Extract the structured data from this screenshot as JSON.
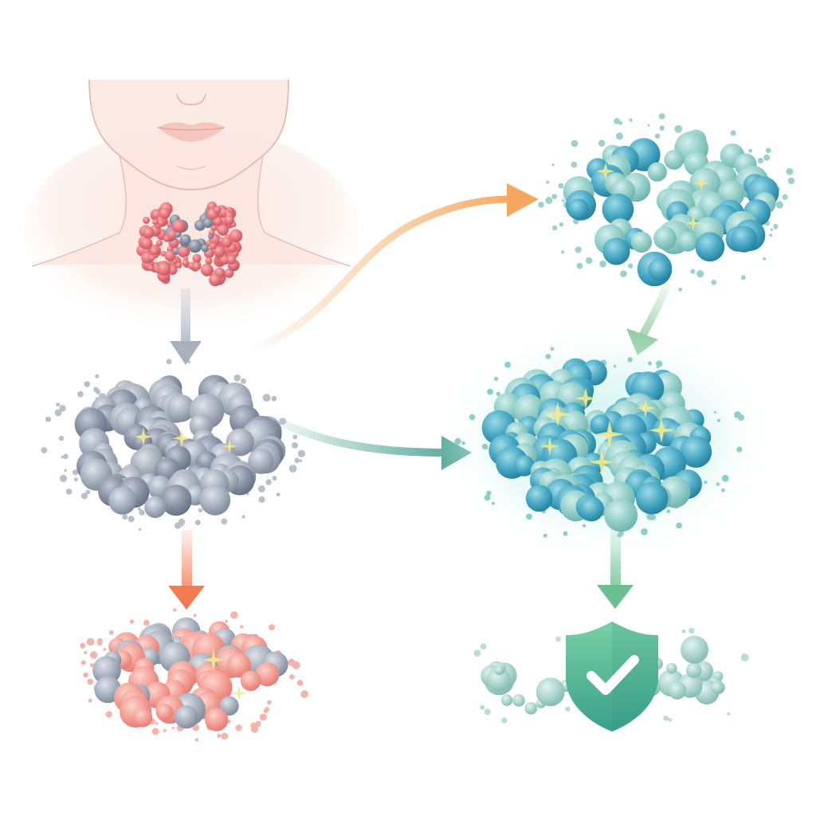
{
  "diagram": {
    "title": "",
    "colors": {
      "background": "#ffffff",
      "skin": "#fbe6df",
      "skin_line": "#e7b8ac",
      "lips": "#f0b8b0",
      "thyroid_pink": "#ea7b83",
      "thyroid_grey": "#8e98a8",
      "grey_cluster": "#aeb6c2",
      "grey_cluster_dark": "#8d97a6",
      "teal_cluster": "#5fb3c7",
      "teal_cluster_dark": "#2f8fae",
      "teal_light": "#a9d8d6",
      "salmon_cluster": "#f4a49a",
      "pale_teal": "#a8d3cc",
      "glow": "#bfeee8",
      "spark": "#f3e37a",
      "arrow_grey": "#a9b1bf",
      "arrow_orange": "#f6a861",
      "arrow_red": "#f47a52",
      "arrow_teal": "#5aa99a",
      "arrow_green_light": "#9bd2a8",
      "arrow_green": "#6bbf8e",
      "shield_top": "#6cc79d",
      "shield_bottom": "#3ea58a",
      "check": "#ffffff"
    },
    "nodes": [
      {
        "id": "thyroid",
        "icon": "head-neck-thyroid-icon"
      },
      {
        "id": "grey-cluster",
        "icon": "grey-cell-cluster-icon"
      },
      {
        "id": "teal-cluster-top",
        "icon": "teal-cell-cluster-icon"
      },
      {
        "id": "teal-cluster-glowing",
        "icon": "glowing-teal-cell-cluster-icon"
      },
      {
        "id": "salmon-cluster",
        "icon": "salmon-cell-cluster-icon"
      },
      {
        "id": "protection",
        "icon": "shield-check-icon"
      }
    ],
    "edges": [
      {
        "from": "thyroid",
        "to": "grey-cluster",
        "color_key": "arrow_grey"
      },
      {
        "from": "grey-cluster",
        "to": "teal-cluster-top",
        "color_key": "arrow_orange"
      },
      {
        "from": "grey-cluster",
        "to": "teal-cluster-glowing",
        "color_key": "arrow_teal"
      },
      {
        "from": "teal-cluster-top",
        "to": "teal-cluster-glowing",
        "color_key": "arrow_green_light"
      },
      {
        "from": "grey-cluster",
        "to": "salmon-cluster",
        "color_key": "arrow_red"
      },
      {
        "from": "teal-cluster-glowing",
        "to": "protection",
        "color_key": "arrow_green"
      }
    ]
  }
}
